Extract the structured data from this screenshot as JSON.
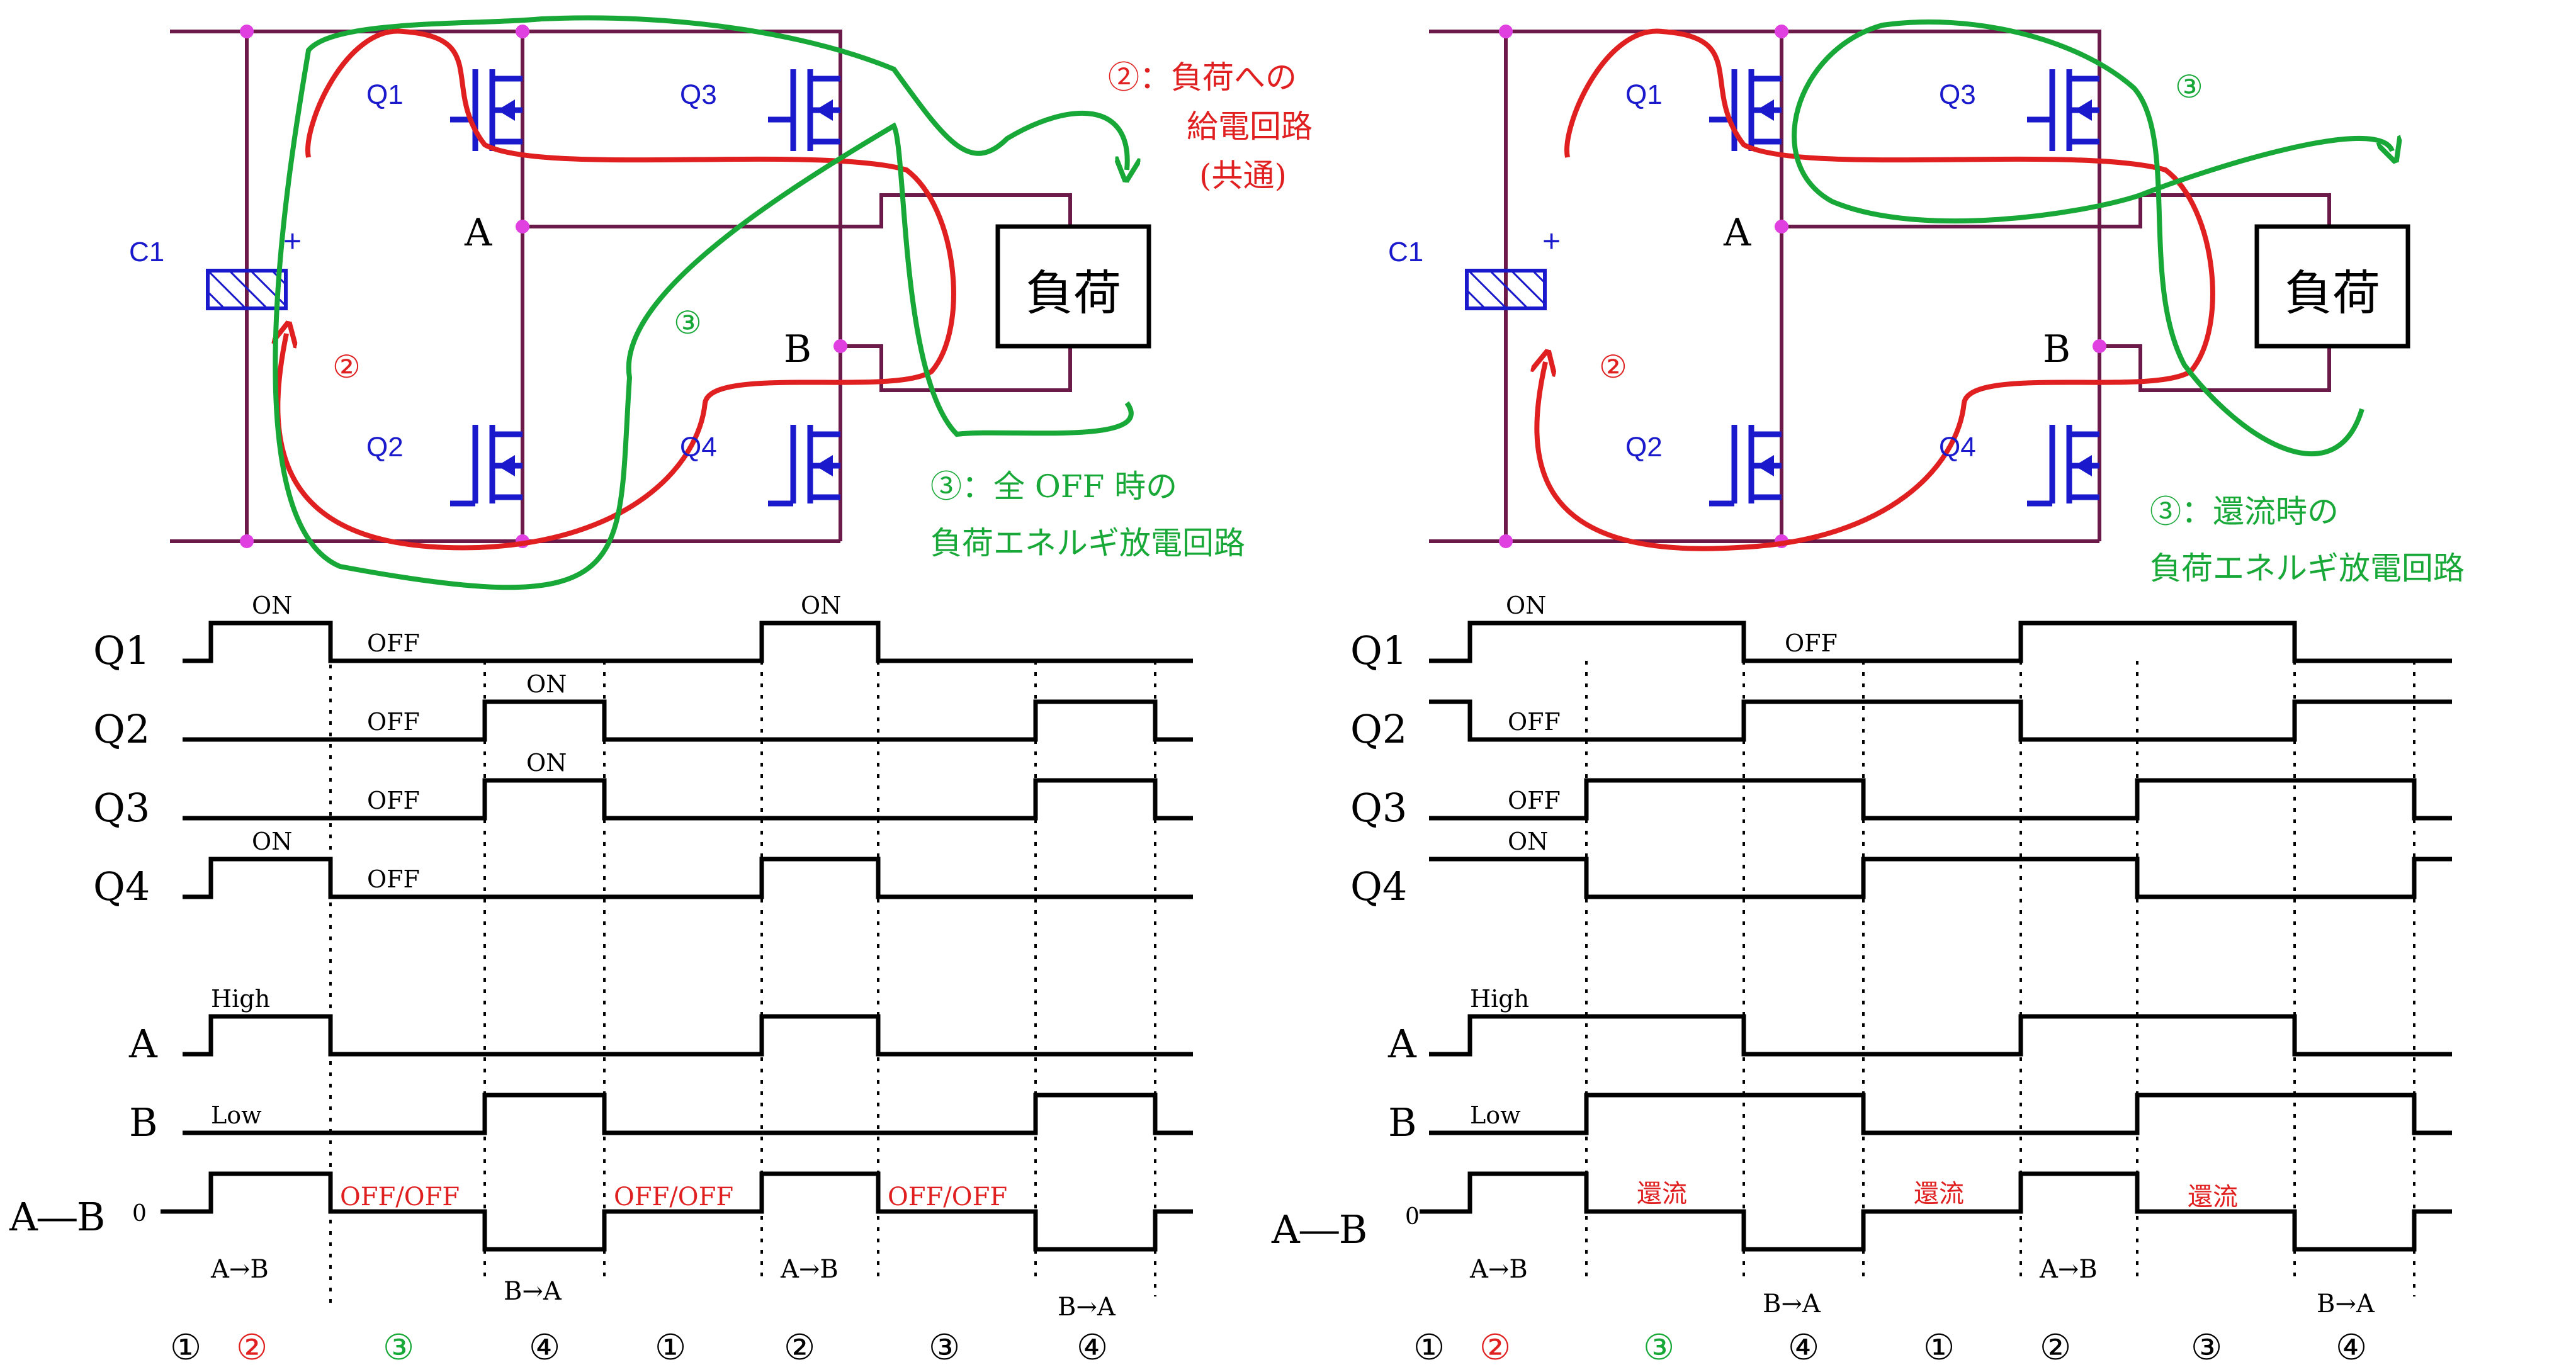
{
  "circuit": {
    "capacitor": "C1",
    "capacitor_plus": "+",
    "transistors": [
      "Q1",
      "Q2",
      "Q3",
      "Q4"
    ],
    "node_a": "A",
    "node_b": "B",
    "load": "負荷"
  },
  "left_panel": {
    "note_red_lines": [
      "②：負荷への",
      "給電回路",
      "(共通)"
    ],
    "note_green_lines": [
      "③：全 OFF 時の",
      "負荷エネルギ放電回路"
    ],
    "arrow_label_red": "②",
    "arrow_label_green": "③"
  },
  "right_panel": {
    "note_green_lines": [
      "③：還流時の",
      "負荷エネルギ放電回路"
    ],
    "arrow_label_red": "②",
    "arrow_label_green": "③"
  },
  "timing": {
    "row_labels": [
      "Q1",
      "Q2",
      "Q3",
      "Q4",
      "A",
      "B",
      "A―B"
    ],
    "zero_label": "0",
    "left": {
      "q1_on": "ON",
      "q1_off": "OFF",
      "q2_on": "ON",
      "q2_off": "OFF",
      "q3_on": "ON",
      "q3_off": "OFF",
      "q4_on": "ON",
      "q4_off": "OFF",
      "a_high": "High",
      "b_low": "Low",
      "offoff": [
        "OFF/OFF",
        "OFF/OFF",
        "OFF/OFF"
      ],
      "directions": [
        "A→B",
        "B→A",
        "A→B",
        "B→A"
      ],
      "phases": [
        "①",
        "②",
        "③",
        "④",
        "①",
        "②",
        "③",
        "④"
      ]
    },
    "right": {
      "q1_on": "ON",
      "q1_off": "OFF",
      "q2_off": "OFF",
      "q3_off": "OFF",
      "q4_on": "ON",
      "a_high": "High",
      "b_low": "Low",
      "freewheel": [
        "還流",
        "還流",
        "還流"
      ],
      "directions": [
        "A→B",
        "B→A",
        "A→B",
        "B→A"
      ],
      "phases": [
        "①",
        "②",
        "③",
        "④",
        "①",
        "②",
        "③",
        "④"
      ]
    }
  },
  "colors": {
    "wire": "#6b1a4a",
    "transistor": "#1a1acc",
    "node": "#e040e0",
    "red": "#e02020",
    "green": "#18a838"
  }
}
